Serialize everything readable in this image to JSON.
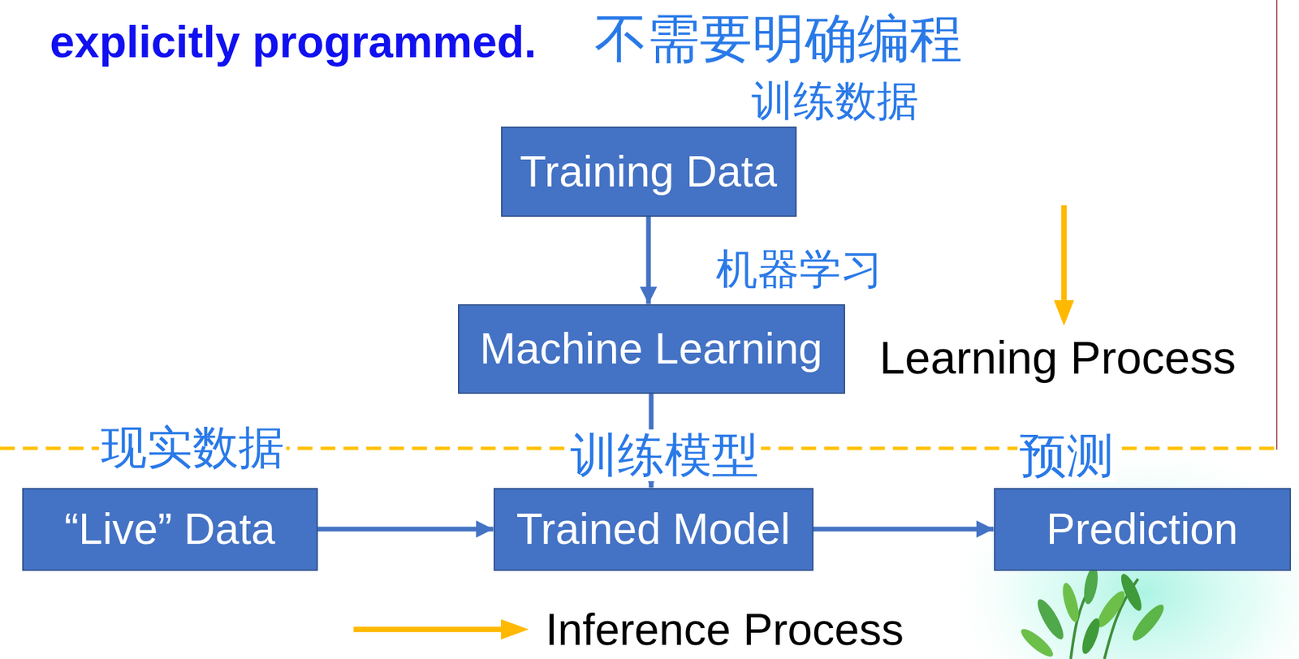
{
  "diagram": {
    "nodes": [
      {
        "text": [
          "Training Data"
        ]
      },
      {
        "text": [
          "Machine Learning"
        ]
      },
      {
        "text": [
          "“Live” Data"
        ]
      },
      {
        "text": [
          "Trained Model"
        ]
      },
      {
        "text": [
          "Prediction"
        ]
      }
    ],
    "edges": [
      {
        "from": 0,
        "to": 1,
        "arrow": "to"
      },
      {
        "from": 1,
        "to": 3,
        "arrow": "to"
      },
      {
        "from": 2,
        "to": 3,
        "arrow": "to"
      },
      {
        "from": 3,
        "to": 4,
        "arrow": "to"
      }
    ],
    "labels": [
      "explicitly programmed.",
      "不需要明确编程",
      "训练数据",
      "机器学习",
      "Learning Process",
      "现实数据",
      "训练模型",
      "预测",
      "Inference Process"
    ]
  }
}
